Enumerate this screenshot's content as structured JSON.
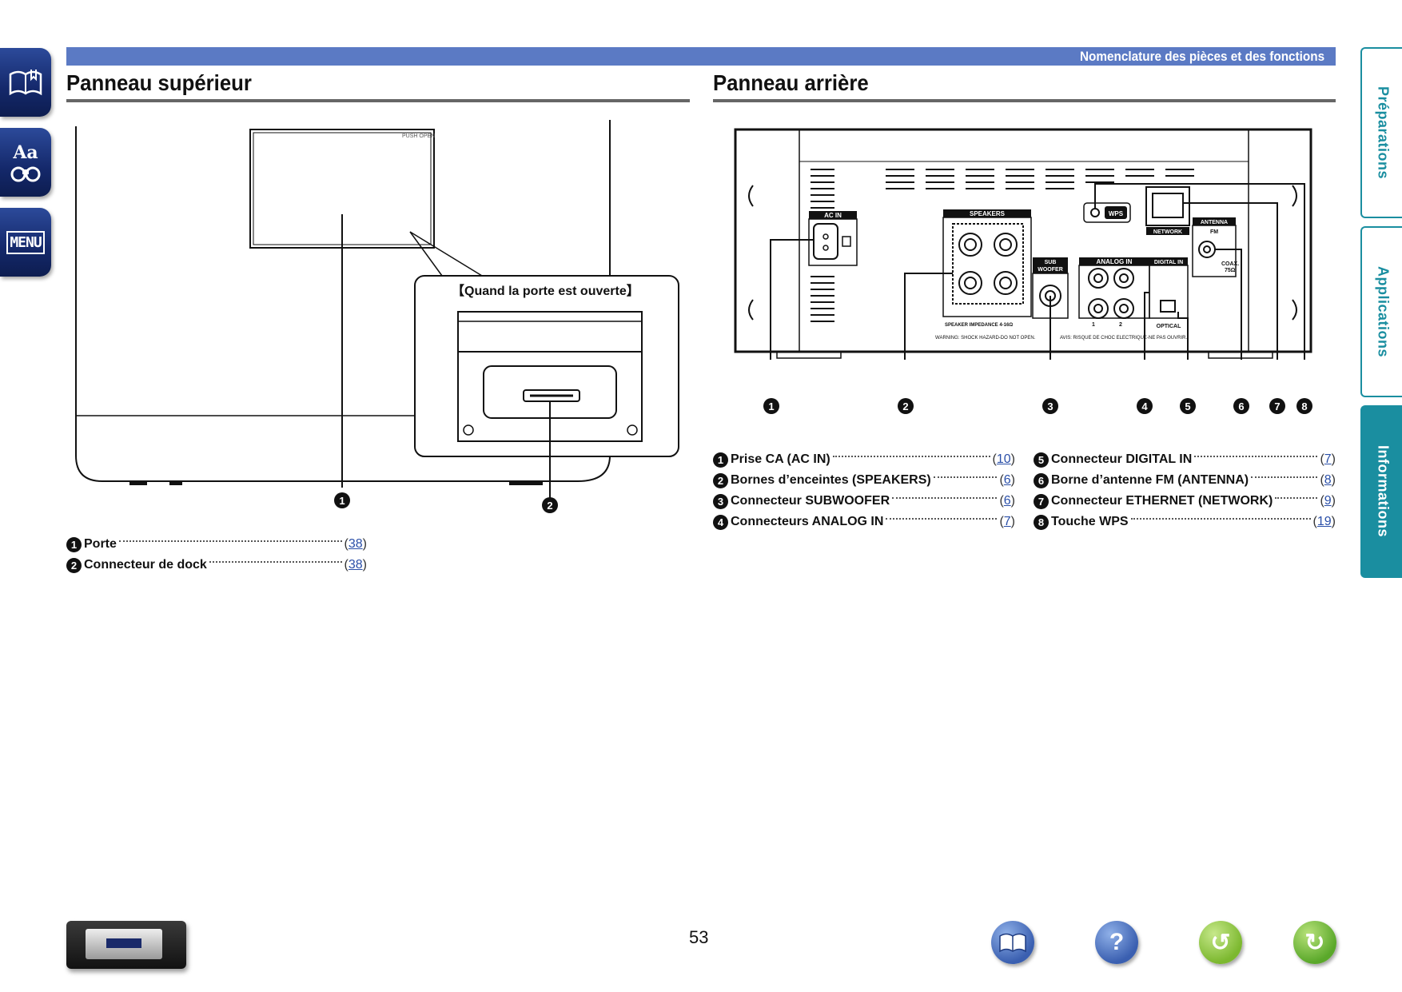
{
  "header": {
    "title": "Nomenclature des pièces et des fonctions"
  },
  "left_nav": [
    {
      "icon": "book-contents-icon"
    },
    {
      "icon": "glossary-icon",
      "text": "Aa"
    },
    {
      "icon": "menu-icon",
      "text": "MENU"
    }
  ],
  "side_tabs": [
    {
      "label": "Préparations",
      "active": false
    },
    {
      "label": "Applications",
      "active": false
    },
    {
      "label": "Informations",
      "active": true
    }
  ],
  "top_panel": {
    "title": "Panneau supérieur",
    "door_label": "PUSH OPEN",
    "callout_text": "【Quand la porte est ouverte】",
    "callouts": [
      "1",
      "2"
    ],
    "legend": [
      {
        "num": "1",
        "label": "Porte",
        "ref": "38"
      },
      {
        "num": "2",
        "label": "Connecteur de dock",
        "ref": "38"
      }
    ]
  },
  "rear_panel": {
    "title": "Panneau arrière",
    "labels": {
      "ac_in": "AC IN",
      "speakers": "SPEAKERS",
      "speaker_impedance": "SPEAKER IMPEDANCE 4-16Ω",
      "sub": "SUB",
      "woofer": "WOOFER",
      "analog_in": "ANALOG IN",
      "digital_in": "DIGITAL IN",
      "optical": "OPTICAL",
      "ch1": "1",
      "ch2": "2",
      "wps": "WPS",
      "network": "NETWORK",
      "antenna": "ANTENNA",
      "fm": "FM",
      "coax": "COAX.",
      "ohm": "75Ω",
      "warning": "WARNING: SHOCK HAZARD-DO NOT OPEN.",
      "avis": "AVIS: RISQUE DE CHOC ELECTRIQUE-NE PAS OUVRIR."
    },
    "callouts": [
      "1",
      "2",
      "3",
      "4",
      "5",
      "6",
      "7",
      "8"
    ],
    "legend_left": [
      {
        "num": "1",
        "label": "Prise CA (AC IN)",
        "ref": "10"
      },
      {
        "num": "2",
        "label": "Bornes d’enceintes (SPEAKERS)",
        "ref": "6"
      },
      {
        "num": "3",
        "label": "Connecteur SUBWOOFER",
        "ref": "6"
      },
      {
        "num": "4",
        "label": "Connecteurs ANALOG IN",
        "ref": "7"
      }
    ],
    "legend_right": [
      {
        "num": "5",
        "label": "Connecteur DIGITAL IN",
        "ref": "7"
      },
      {
        "num": "6",
        "label": "Borne d’antenne FM (ANTENNA)",
        "ref": "8"
      },
      {
        "num": "7",
        "label": "Connecteur ETHERNET (NETWORK)",
        "ref": "9"
      },
      {
        "num": "8",
        "label": "Touche WPS",
        "ref": "19"
      }
    ]
  },
  "footer": {
    "page_number": "53",
    "buttons": [
      {
        "icon": "book-icon",
        "color": "#3a5fb0"
      },
      {
        "icon": "help-icon",
        "text": "?",
        "color": "#3a5fb0"
      },
      {
        "icon": "back-arrow-icon",
        "text": "↺",
        "color": "#7cb82f"
      },
      {
        "icon": "forward-arrow-icon",
        "text": "↻",
        "color": "#5aa82a"
      }
    ]
  }
}
